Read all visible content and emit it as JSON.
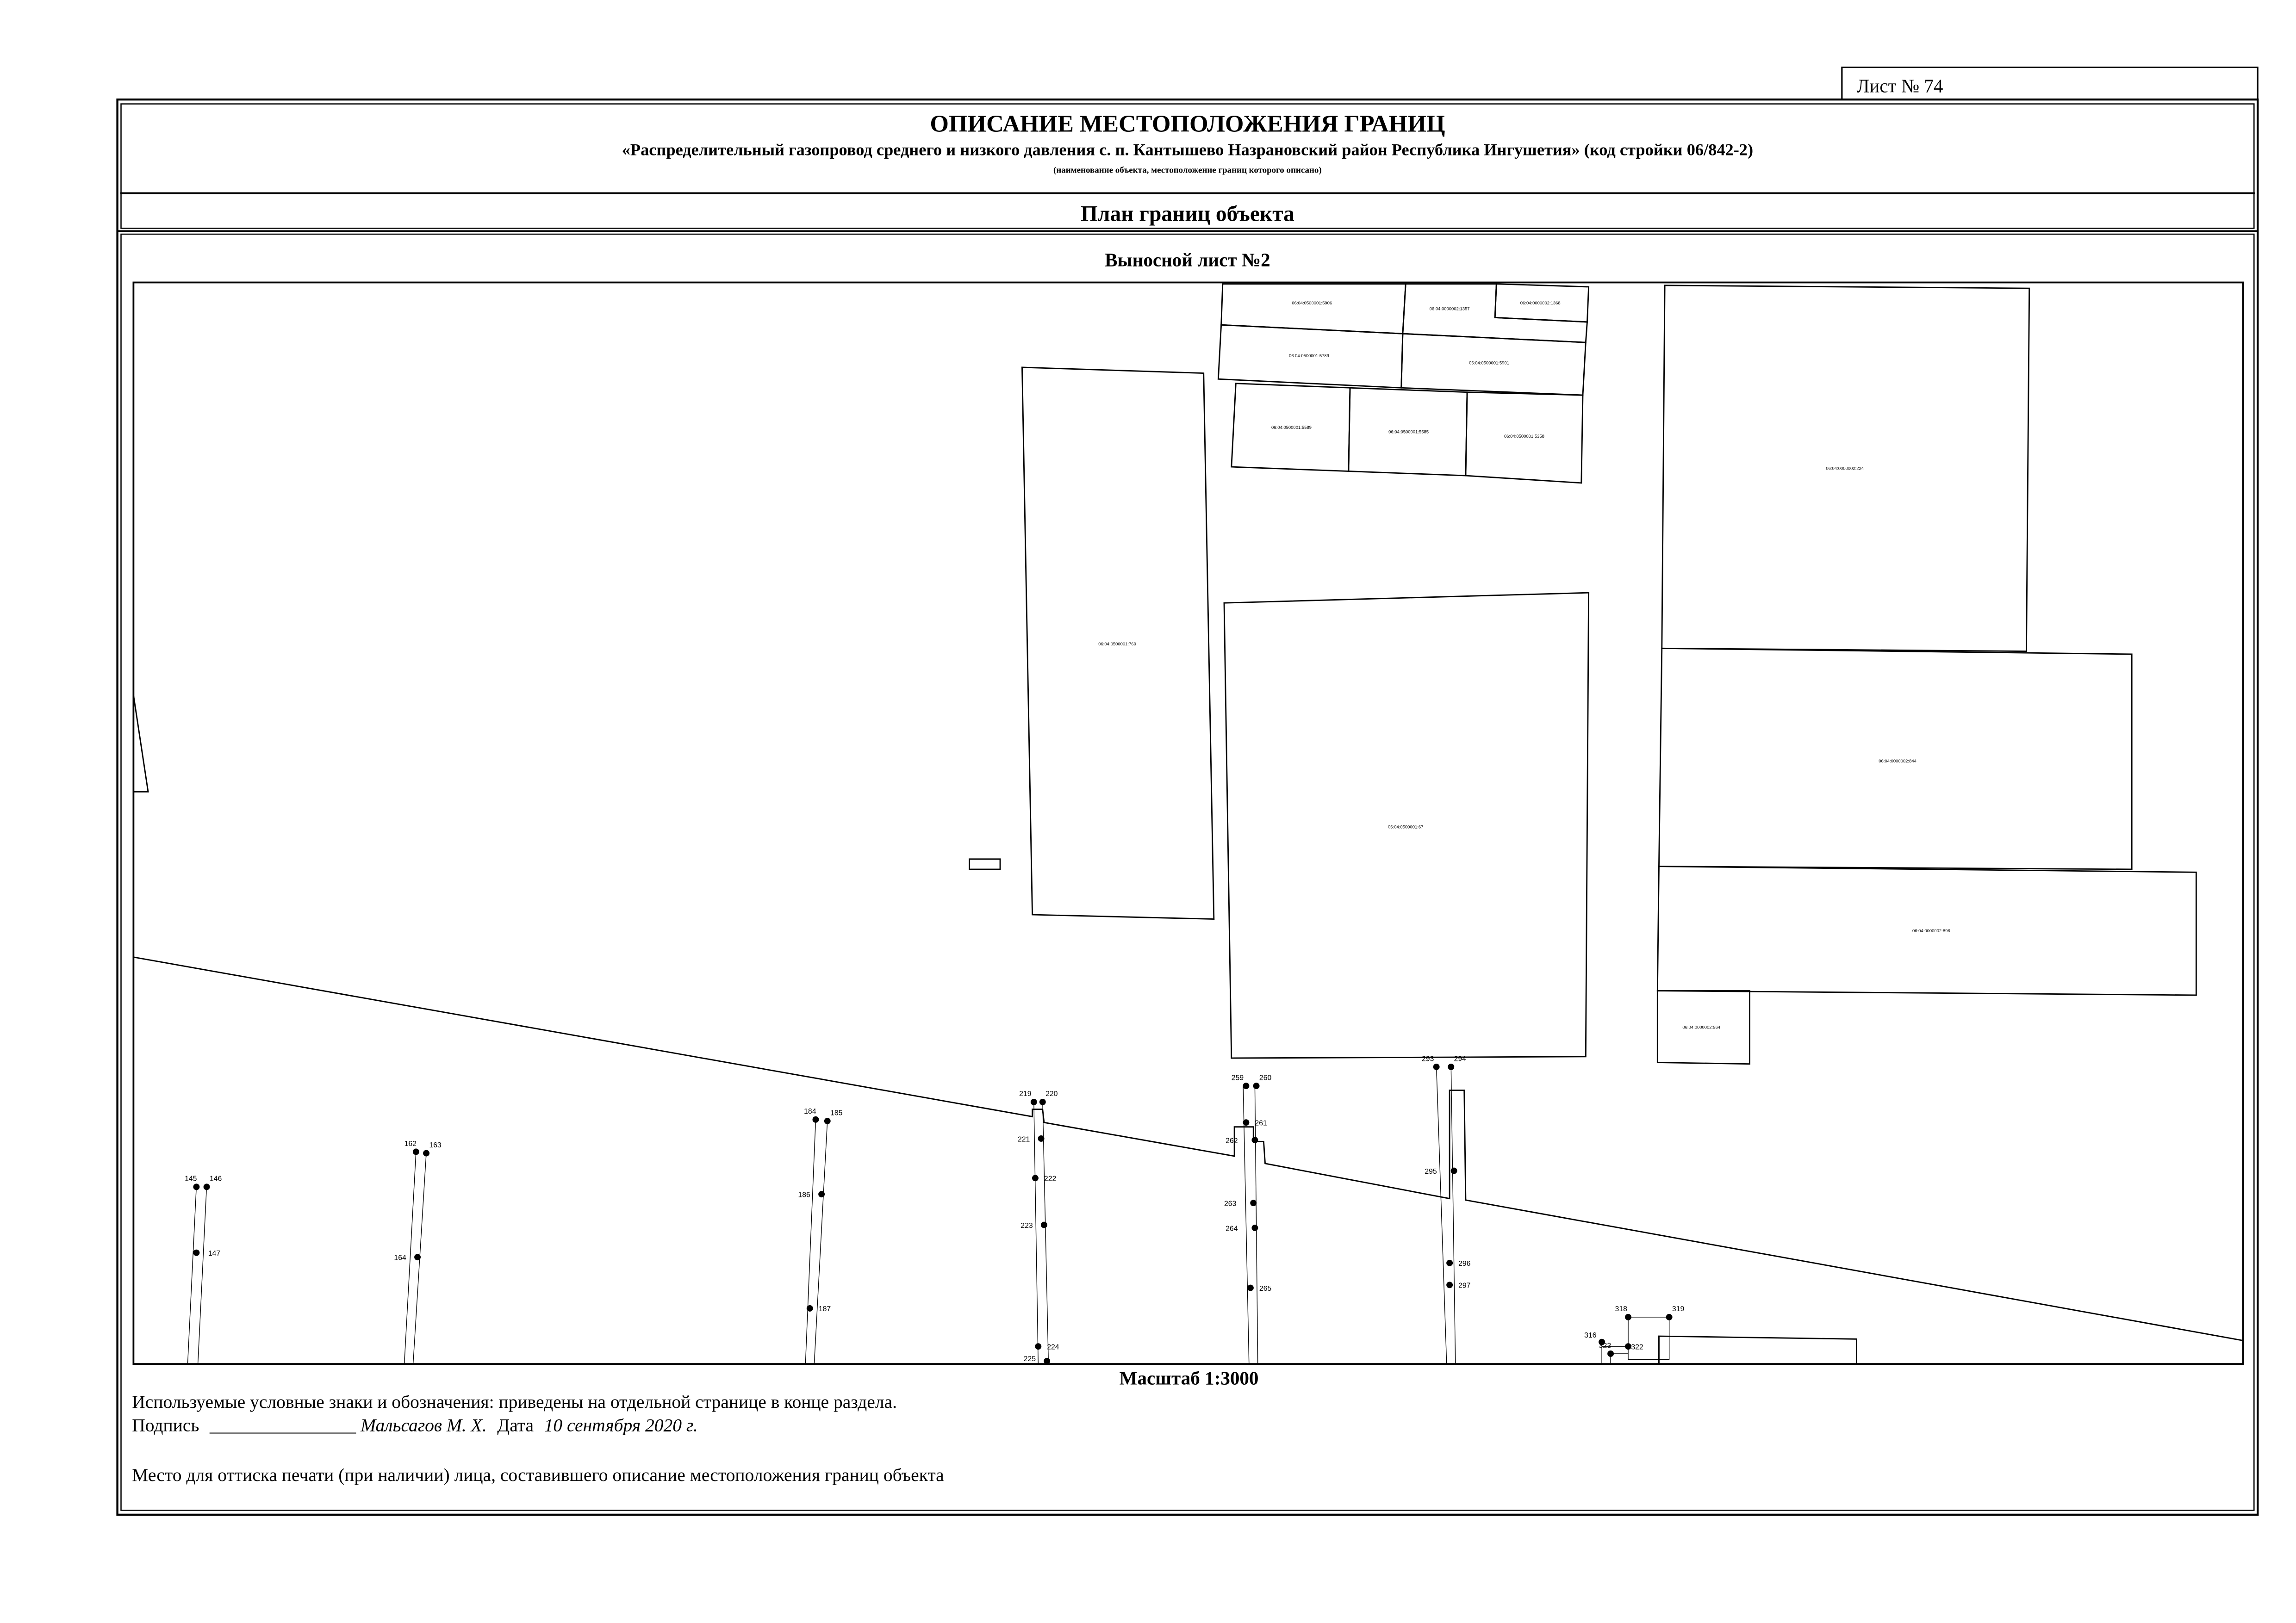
{
  "sheet": {
    "number_label": "Лист № 74"
  },
  "header": {
    "title": "ОПИСАНИЕ МЕСТОПОЛОЖЕНИЯ ГРАНИЦ",
    "object_name": "«Распределительный газопровод среднего и низкого давления с. п. Кантышево Назрановский район Республика Ингушетия» (код стройки 06/842-2)",
    "object_name_caption": "(наименование объекта, местоположение границ которого описано)",
    "section_title": "План границ объекта"
  },
  "map": {
    "title": "Выносной лист №2",
    "scale": "Масштаб 1:3000",
    "parcels": [
      "06:04:0500001:5906",
      "06:04:0000002:1357",
      "06:04:0000002:1368",
      "06:04:0500001:5789",
      "06:04:0500001:5901",
      "06:04:0500001:5589",
      "06:04:0500001:5585",
      "06:04:0500001:5358",
      "06:04:0500001:769",
      "06:04:0500001:67",
      "06:04:0000002:224",
      "06:04:0000002:844",
      "06:04:0000002:896",
      "06:04:0000002:964"
    ],
    "points": [
      "145",
      "146",
      "147",
      "162",
      "163",
      "164",
      "184",
      "185",
      "186",
      "187",
      "219",
      "220",
      "221",
      "222",
      "223",
      "224",
      "225",
      "259",
      "260",
      "261",
      "262",
      "263",
      "264",
      "265",
      "293",
      "294",
      "295",
      "296",
      "297",
      "316",
      "318",
      "319",
      "322",
      "323"
    ]
  },
  "footer": {
    "legend_note": "Используемые условные знаки и обозначения: приведены на отдельной странице в конце раздела.",
    "signature_label": "Подпись",
    "signature_line": "________________",
    "signer": "Мальсагов М. Х.",
    "date_label": "Дата",
    "date_value": "10 сентября 2020 г.",
    "stamp_note": "Место для оттиска печати (при наличии) лица, составившего описание местоположения границ объекта"
  }
}
